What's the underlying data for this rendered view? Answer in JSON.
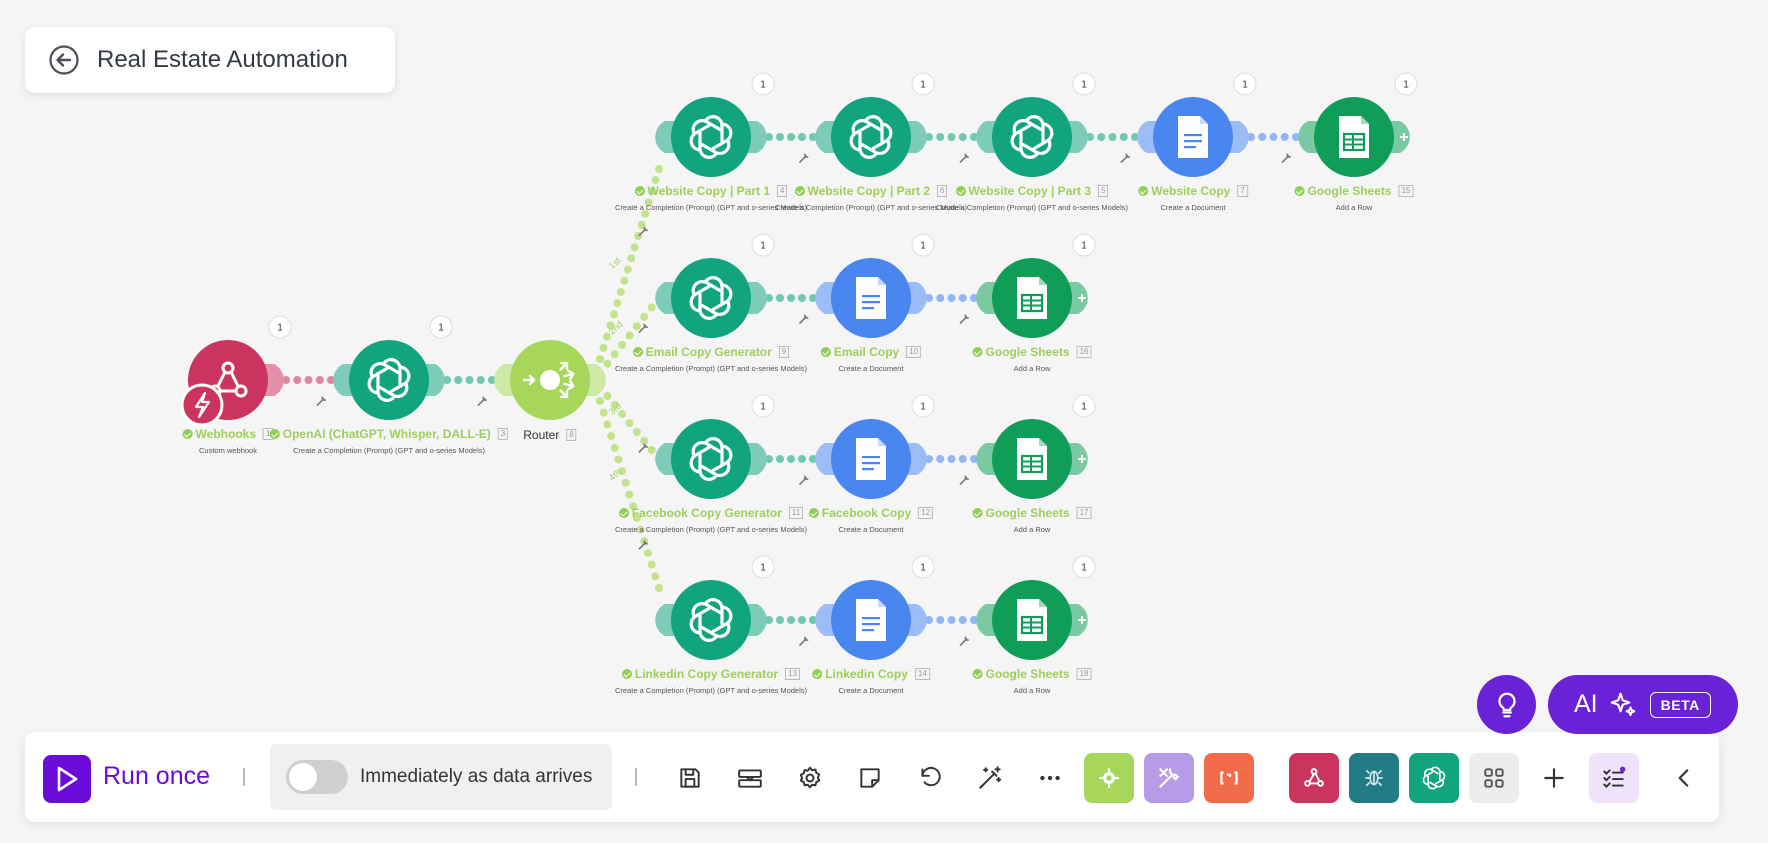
{
  "scenario": {
    "title": "Real Estate Automation"
  },
  "colors": {
    "openai": "#12a37f",
    "webhooks": "#cc3460",
    "router": "#a6d75b",
    "docs": "#4a86f0",
    "sheets": "#0f9d58",
    "accent": "#6b0bd8"
  },
  "modules": [
    {
      "key": "webhooks",
      "type": "webhooks",
      "name": "Webhooks",
      "id": "1",
      "sub": "Custom webhook",
      "badge": "1"
    },
    {
      "key": "openai1",
      "type": "openai",
      "name": "OpenAI (ChatGPT, Whisper, DALL-E)",
      "id": "3",
      "sub": "Create a Completion (Prompt) (GPT and o-series Models)",
      "badge": "1"
    },
    {
      "key": "router",
      "type": "router",
      "name": "Router",
      "id": "8",
      "sub": "",
      "badge": ""
    },
    {
      "key": "wc1",
      "type": "openai",
      "name": "Website Copy | Part 1",
      "id": "4",
      "sub": "Create a Completion (Prompt) (GPT and o-series Models)",
      "badge": "1"
    },
    {
      "key": "wc2",
      "type": "openai",
      "name": "Website Copy | Part 2",
      "id": "6",
      "sub": "Create a Completion (Prompt) (GPT and o-series Models)",
      "badge": "1"
    },
    {
      "key": "wc3",
      "type": "openai",
      "name": "Website Copy | Part 3",
      "id": "5",
      "sub": "Create a Completion (Prompt) (GPT and o-series Models)",
      "badge": "1"
    },
    {
      "key": "wcdoc",
      "type": "docs",
      "name": "Website Copy",
      "id": "7",
      "sub": "Create a Document",
      "badge": "1"
    },
    {
      "key": "gs15",
      "type": "sheets",
      "name": "Google Sheets",
      "id": "15",
      "sub": "Add a Row",
      "badge": "1"
    },
    {
      "key": "ecg",
      "type": "openai",
      "name": "Email Copy Generator",
      "id": "9",
      "sub": "Create a Completion (Prompt) (GPT and o-series Models)",
      "badge": "1"
    },
    {
      "key": "ecdoc",
      "type": "docs",
      "name": "Email Copy",
      "id": "10",
      "sub": "Create a Document",
      "badge": "1"
    },
    {
      "key": "gs16",
      "type": "sheets",
      "name": "Google Sheets",
      "id": "16",
      "sub": "Add a Row",
      "badge": "1"
    },
    {
      "key": "fcg",
      "type": "openai",
      "name": "Facebook Copy Generator",
      "id": "11",
      "sub": "Create a Completion (Prompt) (GPT and o-series Models)",
      "badge": "1"
    },
    {
      "key": "fcdoc",
      "type": "docs",
      "name": "Facebook Copy",
      "id": "12",
      "sub": "Create a Document",
      "badge": "1"
    },
    {
      "key": "gs17",
      "type": "sheets",
      "name": "Google Sheets",
      "id": "17",
      "sub": "Add a Row",
      "badge": "1"
    },
    {
      "key": "lcg",
      "type": "openai",
      "name": "Linkedin Copy Generator",
      "id": "13",
      "sub": "Create a Completion (Prompt) (GPT and o-series Models)",
      "badge": "1"
    },
    {
      "key": "lcdoc",
      "type": "docs",
      "name": "Linkedin Copy",
      "id": "14",
      "sub": "Create a Document",
      "badge": "1"
    },
    {
      "key": "gs18",
      "type": "sheets",
      "name": "Google Sheets",
      "id": "18",
      "sub": "Add a Row",
      "badge": "1"
    }
  ],
  "routes": [
    "1st",
    "2nd",
    "3rd",
    "4th"
  ],
  "toolbar": {
    "run_label": "Run once",
    "schedule_label": "Immediately as data arrives",
    "schedule_on": false,
    "actions": [
      "save-icon",
      "explain-flow-icon",
      "settings-icon",
      "notes-icon",
      "undo-icon",
      "auto-align-icon",
      "more-icon"
    ],
    "tools": [
      "tools-gear-icon",
      "flow-control-icon",
      "text-parser-icon",
      "webhooks-icon",
      "http-icon",
      "openai-icon",
      "apps-grid-icon",
      "add-icon",
      "checklist-icon",
      "collapse-icon"
    ]
  },
  "ai": {
    "label": "AI",
    "beta": "BETA"
  }
}
